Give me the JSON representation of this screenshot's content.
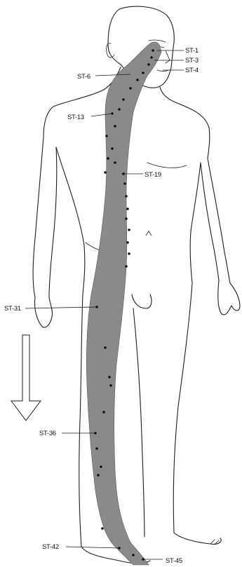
{
  "colors": {
    "meridian_fill": "#8a8a8a",
    "outline": "#1e1e1e",
    "point_dot": "#111111",
    "background": "#ffffff"
  },
  "icons": {
    "flow_arrow": "down-arrow-icon"
  },
  "labels": {
    "st1": "ST-1",
    "st3": "ST-3",
    "st4": "ST-4",
    "st6": "ST-6",
    "st13": "ST-13",
    "st19": "ST-19",
    "st31": "ST-31",
    "st36": "ST-36",
    "st42": "ST-42",
    "st45": "ST-45"
  }
}
